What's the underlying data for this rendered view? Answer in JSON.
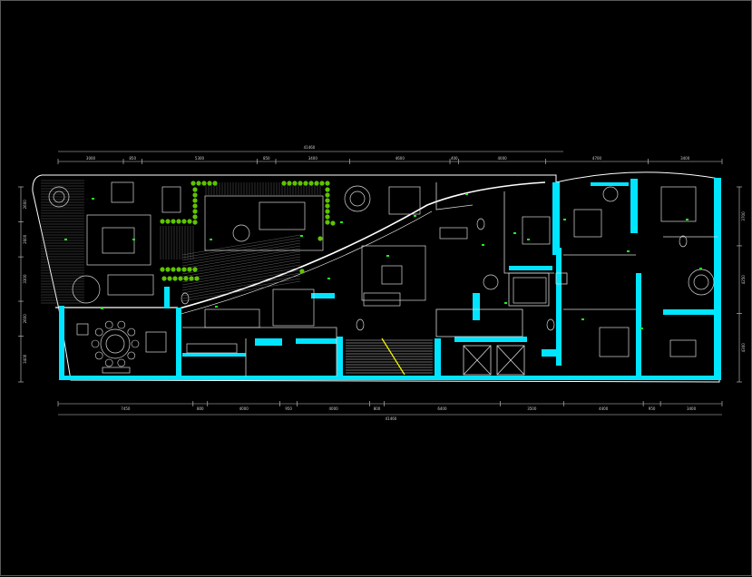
{
  "canvas": {
    "background": "#000000",
    "border_color": "#5a5a5a"
  },
  "colors": {
    "wall": "#00e5ff",
    "outline": "#ffffff",
    "furniture": "#d8d8d8",
    "dimension": "#cfcfcf",
    "plant": "#5ec400",
    "marker": "#22ee22",
    "stair_accent": "#ffff00",
    "deck_hatch": "#7a7a7a"
  },
  "dimensions": {
    "top_overall": "41460",
    "bottom_overall": "41460",
    "top_segments": [
      "3000",
      "850",
      "5300",
      "850",
      "3400",
      "4600",
      "400",
      "4000",
      "4700",
      "3400"
    ],
    "bottom_segments": [
      "7450",
      "800",
      "4000",
      "950",
      "4000",
      "800",
      "6400",
      "3500",
      "4400",
      "950",
      "3400"
    ],
    "left_segments": [
      "2600",
      "2600",
      "3300",
      "2600",
      "3400"
    ],
    "right_segments": [
      "3700",
      "4250",
      "4300"
    ]
  }
}
